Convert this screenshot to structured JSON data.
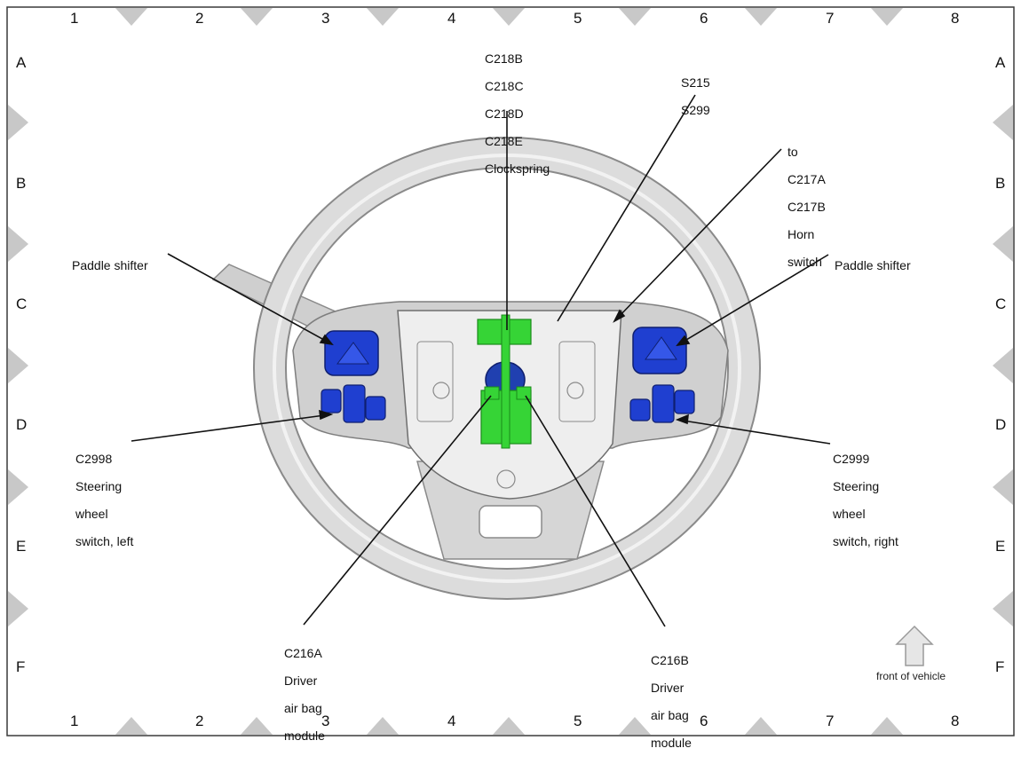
{
  "grid": {
    "columns": [
      "1",
      "2",
      "3",
      "4",
      "5",
      "6",
      "7",
      "8"
    ],
    "rows": [
      "A",
      "B",
      "C",
      "D",
      "E",
      "F"
    ]
  },
  "callouts": {
    "clockspring": [
      "C218B",
      "C218C",
      "C218D",
      "C218E",
      "Clockspring"
    ],
    "splice": [
      "S215",
      "S299"
    ],
    "horn": [
      "to",
      "C217A",
      "C217B",
      "Horn",
      "switch"
    ],
    "paddle_left": [
      "Paddle shifter"
    ],
    "paddle_right": [
      "Paddle shifter"
    ],
    "switch_left": [
      "C2998",
      "Steering",
      "wheel",
      "switch, left"
    ],
    "switch_right": [
      "C2999",
      "Steering",
      "wheel",
      "switch, right"
    ],
    "airbag_a": [
      "C216A",
      "Driver",
      "air bag",
      "module"
    ],
    "airbag_b": [
      "C216B",
      "Driver",
      "air bag",
      "module"
    ]
  },
  "front_of_vehicle": "front of vehicle",
  "colors": {
    "frame": "#3a3a3a",
    "grid_triangle": "#c8c8c8",
    "wheel_fill": "#dcdcdc",
    "wheel_edge": "#8a8a8a",
    "switch_blue": "#1f3fd0",
    "connector_green": "#36d436",
    "clockspring_hub": "#2040b0"
  }
}
